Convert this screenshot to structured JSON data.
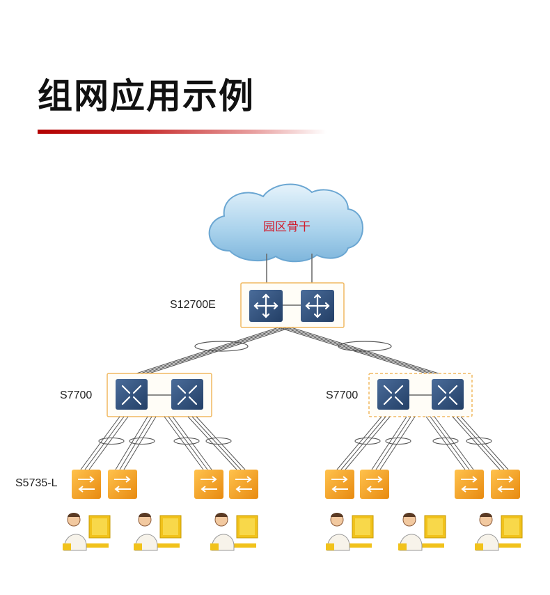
{
  "page": {
    "title": "组网应用示例"
  },
  "diagram": {
    "cloud_label": "园区骨干",
    "core_label": "S12700E",
    "aggregation_labels": [
      "S7700",
      "S7700"
    ],
    "access_label": "S5735-L"
  },
  "colors": {
    "accent_red": "#b30000",
    "device_blue": "#2f4f7a",
    "access_orange": "#f5a623",
    "cloud_blue": "#9fcbe8",
    "group_border": "#f0b860"
  }
}
